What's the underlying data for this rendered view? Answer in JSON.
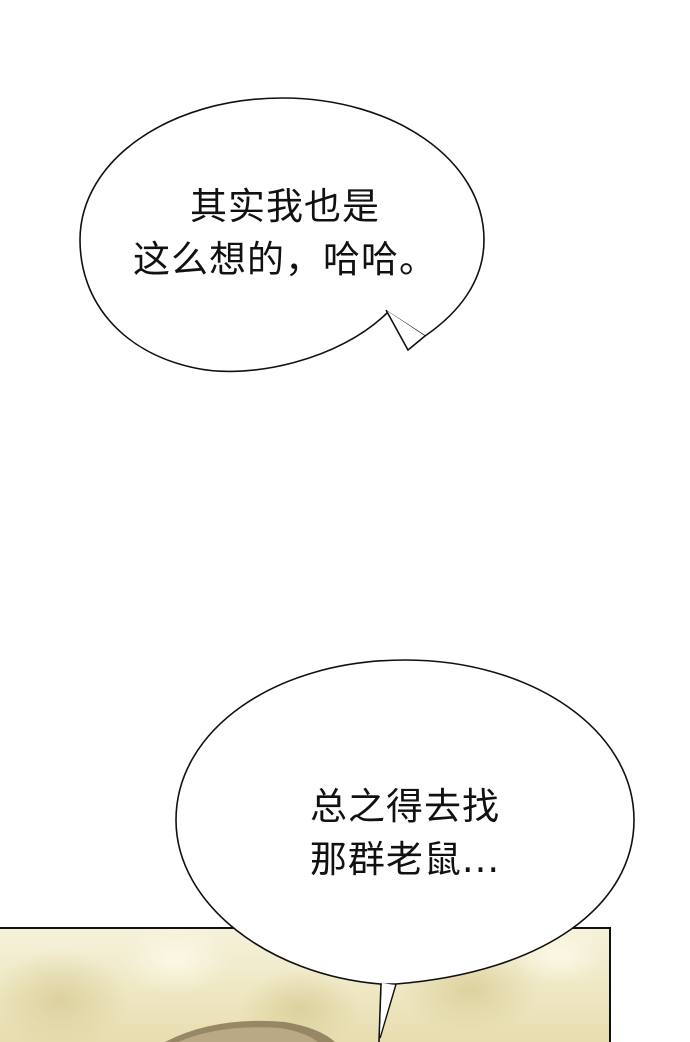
{
  "bubbles": [
    {
      "lines": [
        "其实我也是",
        "这么想的，哈哈。"
      ]
    },
    {
      "lines": [
        "总之得去找",
        "那群老鼠..."
      ]
    }
  ],
  "colors": {
    "background": "#ffffff",
    "bubble_fill": "#ffffff",
    "bubble_outline": "#111111",
    "text": "#111111",
    "scene_light": "#f3efd2",
    "scene_mid": "#e9e1b8",
    "scene_dark": "#7a6a4c"
  }
}
